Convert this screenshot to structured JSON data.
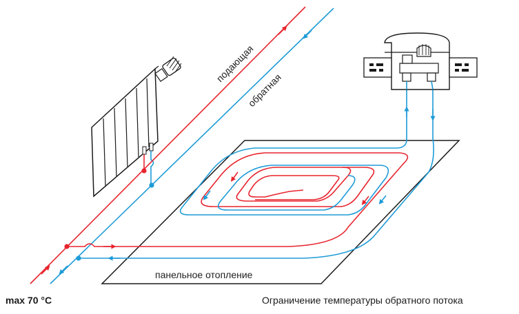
{
  "labels": {
    "supply": "подающая",
    "return": "обратная",
    "panel": "панельное отопление"
  },
  "captions": {
    "max_temp": "max 70 °C",
    "description": "Ограничение температуры обратного потока"
  },
  "colors": {
    "supply": "#e8242d",
    "return": "#1e9bd7",
    "outline": "#1a1a1a"
  },
  "icons": {
    "radiator": "radiator-icon",
    "thermostatic_valve": "thermostatic-head-icon",
    "rtl_valve": "return-temperature-limiter-icon"
  }
}
